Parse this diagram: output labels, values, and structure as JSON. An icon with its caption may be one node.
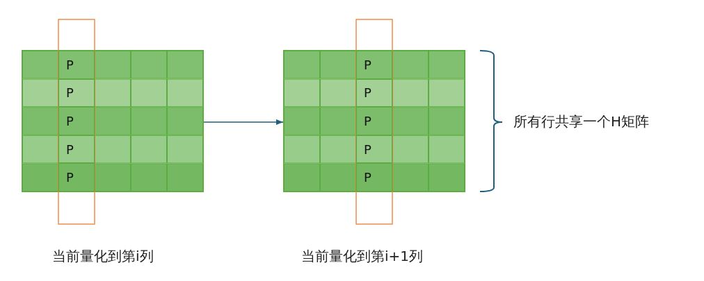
{
  "diagram": {
    "nodes": [
      {
        "text": [],
        "shape": "box"
      },
      {
        "text": [
          "P"
        ],
        "in": 0
      },
      {
        "text": [
          "P"
        ],
        "in": 0
      },
      {
        "text": [
          "P"
        ],
        "in": 0
      },
      {
        "text": [
          "P"
        ],
        "in": 0
      },
      {
        "text": [
          "P"
        ],
        "in": 0
      },
      {
        "text": [],
        "shape": "box"
      },
      {
        "text": [
          "P"
        ],
        "in": 6
      },
      {
        "text": [
          "P"
        ],
        "in": 6
      },
      {
        "text": [
          "P"
        ],
        "in": 6
      },
      {
        "text": [
          "P"
        ],
        "in": 6
      },
      {
        "text": [
          "P"
        ],
        "in": 6
      }
    ],
    "edges": [
      {
        "from": 0,
        "to": 6,
        "arrow": "to"
      }
    ],
    "labels": [
      "所有行共享一个H矩阵",
      "当前量化到第i列",
      "当前量化到第i+1列"
    ]
  }
}
